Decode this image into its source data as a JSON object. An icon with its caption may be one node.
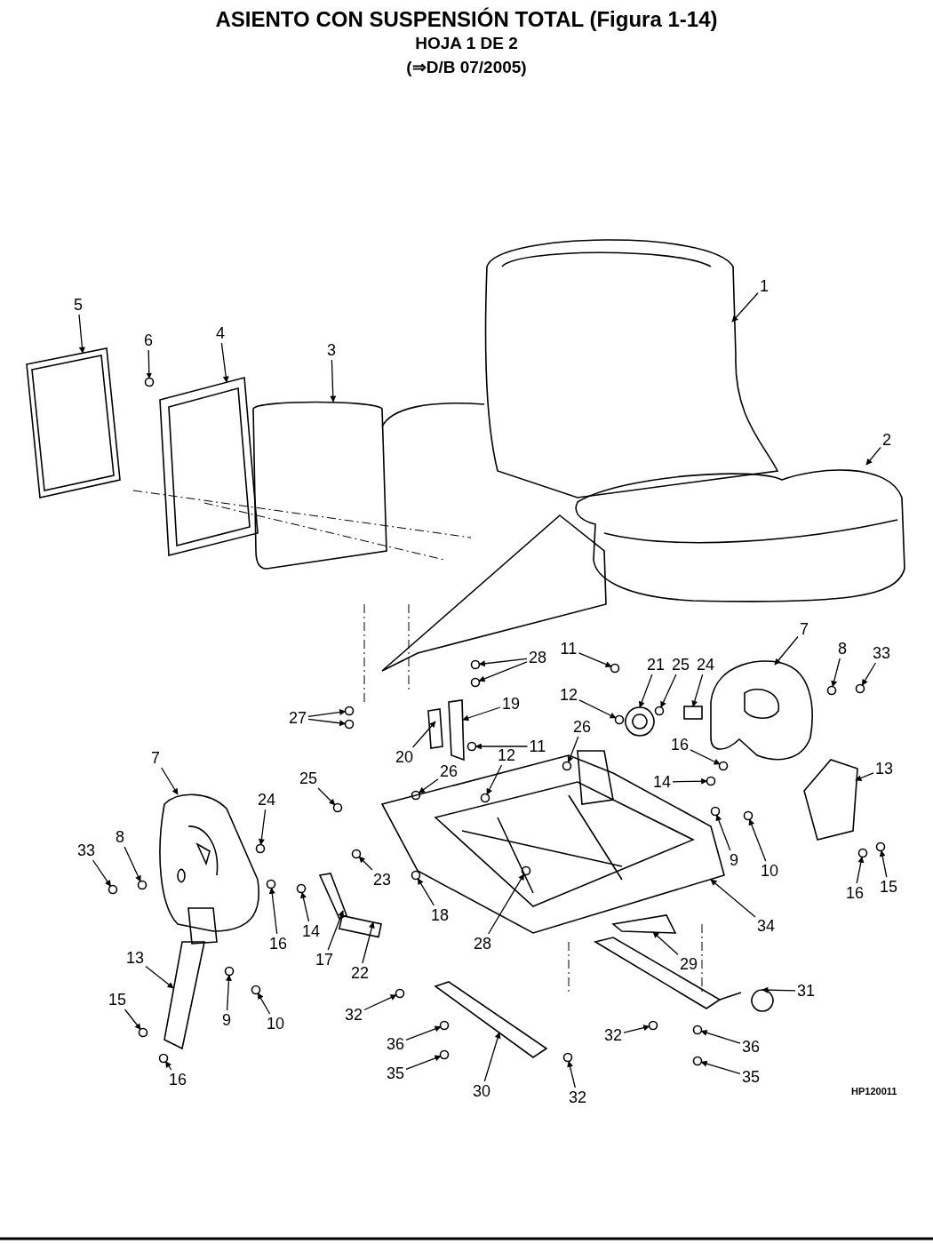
{
  "diagram": {
    "title": "ASIENTO CON SUSPENSIÓN TOTAL (Figura 1-14)",
    "nodes": [
      {
        "text": [
          "1"
        ]
      },
      {
        "text": [
          "2"
        ]
      },
      {
        "text": [
          "3"
        ]
      },
      {
        "text": [
          "4"
        ]
      },
      {
        "text": [
          "5"
        ]
      },
      {
        "text": [
          "6"
        ]
      },
      {
        "text": [
          "28"
        ]
      },
      {
        "text": [
          "11"
        ]
      },
      {
        "text": [
          "21"
        ]
      },
      {
        "text": [
          "25"
        ]
      },
      {
        "text": [
          "24"
        ]
      },
      {
        "text": [
          "7"
        ]
      },
      {
        "text": [
          "8"
        ]
      },
      {
        "text": [
          "33"
        ]
      },
      {
        "text": [
          "12"
        ]
      },
      {
        "text": [
          "19"
        ]
      },
      {
        "text": [
          "11"
        ]
      },
      {
        "text": [
          "27"
        ]
      },
      {
        "text": [
          "12"
        ]
      },
      {
        "text": [
          "20"
        ]
      },
      {
        "text": [
          "26"
        ]
      },
      {
        "text": [
          "26"
        ]
      },
      {
        "text": [
          "16"
        ]
      },
      {
        "text": [
          "14"
        ]
      },
      {
        "text": [
          "13"
        ]
      },
      {
        "text": [
          "7"
        ]
      },
      {
        "text": [
          "25"
        ]
      },
      {
        "text": [
          "24"
        ]
      },
      {
        "text": [
          "33"
        ]
      },
      {
        "text": [
          "8"
        ]
      },
      {
        "text": [
          "9"
        ]
      },
      {
        "text": [
          "10"
        ]
      },
      {
        "text": [
          "16"
        ]
      },
      {
        "text": [
          "15"
        ]
      },
      {
        "text": [
          "34"
        ]
      },
      {
        "text": [
          "23"
        ]
      },
      {
        "text": [
          "18"
        ]
      },
      {
        "text": [
          "28"
        ]
      },
      {
        "text": [
          "29"
        ]
      },
      {
        "text": [
          "16"
        ]
      },
      {
        "text": [
          "14"
        ]
      },
      {
        "text": [
          "17"
        ]
      },
      {
        "text": [
          "22"
        ]
      },
      {
        "text": [
          "13"
        ]
      },
      {
        "text": [
          "9"
        ]
      },
      {
        "text": [
          "10"
        ]
      },
      {
        "text": [
          "15"
        ]
      },
      {
        "text": [
          "16"
        ]
      },
      {
        "text": [
          "31"
        ]
      },
      {
        "text": [
          "32"
        ]
      },
      {
        "text": [
          "32"
        ]
      },
      {
        "text": [
          "32"
        ]
      },
      {
        "text": [
          "36"
        ]
      },
      {
        "text": [
          "35"
        ]
      },
      {
        "text": [
          "36"
        ]
      },
      {
        "text": [
          "35"
        ]
      },
      {
        "text": [
          "30"
        ]
      },
      {
        "text": [],
        "shape": "picture"
      },
      {
        "text": [],
        "shape": "picture"
      },
      {
        "text": [],
        "shape": "picture"
      },
      {
        "text": [],
        "shape": "picture"
      },
      {
        "text": [],
        "shape": "picture"
      },
      {
        "text": [],
        "shape": "circle"
      },
      {
        "text": [],
        "shape": "circle"
      },
      {
        "text": [],
        "shape": "circle"
      },
      {
        "text": [],
        "shape": "circle"
      },
      {
        "text": [],
        "shape": "picture"
      },
      {
        "text": [],
        "shape": "circle"
      },
      {
        "text": [],
        "shape": "box"
      },
      {
        "text": [],
        "shape": "picture"
      },
      {
        "text": [],
        "shape": "circle"
      },
      {
        "text": [],
        "shape": "circle"
      },
      {
        "text": [],
        "shape": "circle"
      },
      {
        "text": [],
        "shape": "picture"
      },
      {
        "text": [],
        "shape": "circle"
      },
      {
        "text": [],
        "shape": "circle"
      },
      {
        "text": [],
        "shape": "circle"
      },
      {
        "text": [],
        "shape": "circle",
        "in": 93
      },
      {
        "text": [],
        "shape": "picture"
      },
      {
        "text": [],
        "shape": "circle",
        "in": 93
      },
      {
        "text": [],
        "shape": "circle"
      },
      {
        "text": [],
        "shape": "circle"
      },
      {
        "text": [],
        "shape": "circle"
      },
      {
        "text": [],
        "shape": "picture"
      },
      {
        "text": [],
        "shape": "picture"
      },
      {
        "text": [],
        "shape": "circle"
      },
      {
        "text": [],
        "shape": "circle"
      },
      {
        "text": [],
        "shape": "circle"
      },
      {
        "text": [],
        "shape": "circle"
      },
      {
        "text": [],
        "shape": "circle"
      },
      {
        "text": [],
        "shape": "circle"
      },
      {
        "text": [],
        "shape": "circle"
      },
      {
        "text": [],
        "shape": "circle"
      },
      {
        "text": [],
        "shape": "picture"
      },
      {
        "text": [],
        "shape": "circle"
      },
      {
        "text": [],
        "shape": "circle"
      },
      {
        "text": [],
        "shape": "circle",
        "in": 93
      },
      {
        "text": [],
        "shape": "picture"
      },
      {
        "text": [],
        "shape": "circle"
      },
      {
        "text": [],
        "shape": "circle"
      },
      {
        "text": [],
        "shape": "picture"
      },
      {
        "text": [],
        "shape": "box"
      },
      {
        "text": [],
        "shape": "picture"
      },
      {
        "text": [],
        "shape": "circle"
      },
      {
        "text": [],
        "shape": "circle"
      },
      {
        "text": [],
        "shape": "circle"
      },
      {
        "text": [],
        "shape": "circle"
      },
      {
        "text": [],
        "shape": "picture"
      },
      {
        "text": [],
        "shape": "circle"
      },
      {
        "text": [],
        "shape": "circle"
      },
      {
        "text": [],
        "shape": "circle"
      },
      {
        "text": [],
        "shape": "circle"
      },
      {
        "text": [],
        "shape": "circle"
      },
      {
        "text": [],
        "shape": "circle"
      },
      {
        "text": [],
        "shape": "circle"
      },
      {
        "text": [],
        "shape": "picture"
      }
    ],
    "edges": [
      {
        "from": 0,
        "to": 57,
        "arrow": "to"
      },
      {
        "from": 1,
        "to": 58,
        "arrow": "to"
      },
      {
        "from": 2,
        "to": 59,
        "arrow": "to"
      },
      {
        "from": 3,
        "to": 60,
        "arrow": "to"
      },
      {
        "from": 4,
        "to": 61,
        "arrow": "to"
      },
      {
        "from": 5,
        "to": 62,
        "arrow": "to"
      },
      {
        "from": 6,
        "to": 63,
        "arrow": "to"
      },
      {
        "from": 6,
        "to": 64,
        "arrow": "to"
      },
      {
        "from": 7,
        "to": 65,
        "arrow": "to"
      },
      {
        "from": 8,
        "to": 66,
        "arrow": "to"
      },
      {
        "from": 9,
        "to": 67,
        "arrow": "to"
      },
      {
        "from": 10,
        "to": 68,
        "arrow": "to"
      },
      {
        "from": 11,
        "to": 69,
        "arrow": "to"
      },
      {
        "from": 12,
        "to": 70,
        "arrow": "to"
      },
      {
        "from": 13,
        "to": 71,
        "arrow": "to"
      },
      {
        "from": 14,
        "to": 72,
        "arrow": "to"
      },
      {
        "from": 15,
        "to": 73,
        "arrow": "to"
      },
      {
        "from": 16,
        "to": 74,
        "arrow": "to"
      },
      {
        "from": 17,
        "to": 75,
        "arrow": "to"
      },
      {
        "from": 17,
        "to": 76,
        "arrow": "to"
      },
      {
        "from": 18,
        "to": 77,
        "arrow": "to"
      },
      {
        "from": 19,
        "to": 78,
        "arrow": "to"
      },
      {
        "from": 20,
        "to": 79,
        "arrow": "to"
      },
      {
        "from": 21,
        "to": 80,
        "arrow": "to"
      },
      {
        "from": 22,
        "to": 81,
        "arrow": "to"
      },
      {
        "from": 23,
        "to": 82,
        "arrow": "to"
      },
      {
        "from": 24,
        "to": 83,
        "arrow": "to"
      },
      {
        "from": 25,
        "to": 84,
        "arrow": "to"
      },
      {
        "from": 26,
        "to": 85,
        "arrow": "to"
      },
      {
        "from": 27,
        "to": 86,
        "arrow": "to"
      },
      {
        "from": 28,
        "to": 87,
        "arrow": "to"
      },
      {
        "from": 29,
        "to": 88,
        "arrow": "to"
      },
      {
        "from": 30,
        "to": 89,
        "arrow": "to"
      },
      {
        "from": 31,
        "to": 90,
        "arrow": "to"
      },
      {
        "from": 32,
        "to": 91,
        "arrow": "to"
      },
      {
        "from": 33,
        "to": 92,
        "arrow": "to"
      },
      {
        "from": 34,
        "to": 93,
        "arrow": "to"
      },
      {
        "from": 35,
        "to": 94,
        "arrow": "to"
      },
      {
        "from": 36,
        "to": 95,
        "arrow": "to"
      },
      {
        "from": 37,
        "to": 96,
        "arrow": "to"
      },
      {
        "from": 38,
        "to": 97,
        "arrow": "to"
      },
      {
        "from": 39,
        "to": 98,
        "arrow": "to"
      },
      {
        "from": 40,
        "to": 99,
        "arrow": "to"
      },
      {
        "from": 41,
        "to": 100,
        "arrow": "to"
      },
      {
        "from": 42,
        "to": 101,
        "arrow": "to"
      },
      {
        "from": 43,
        "to": 102,
        "arrow": "to"
      },
      {
        "from": 44,
        "to": 103,
        "arrow": "to"
      },
      {
        "from": 45,
        "to": 104,
        "arrow": "to"
      },
      {
        "from": 46,
        "to": 105,
        "arrow": "to"
      },
      {
        "from": 47,
        "to": 106,
        "arrow": "to"
      },
      {
        "from": 48,
        "to": 107,
        "arrow": "to"
      },
      {
        "from": 49,
        "to": 108,
        "arrow": "to"
      },
      {
        "from": 50,
        "to": 109,
        "arrow": "to"
      },
      {
        "from": 51,
        "to": 110,
        "arrow": "to"
      },
      {
        "from": 52,
        "to": 111,
        "arrow": "to"
      },
      {
        "from": 53,
        "to": 112,
        "arrow": "to"
      },
      {
        "from": 54,
        "to": 113,
        "arrow": "to"
      },
      {
        "from": 55,
        "to": 114,
        "arrow": "to"
      },
      {
        "from": 56,
        "to": 115,
        "arrow": "to"
      }
    ],
    "labels": [
      "HOJA 1 DE 2",
      "(⇒D/B 07/2005)",
      "HP120011"
    ]
  }
}
